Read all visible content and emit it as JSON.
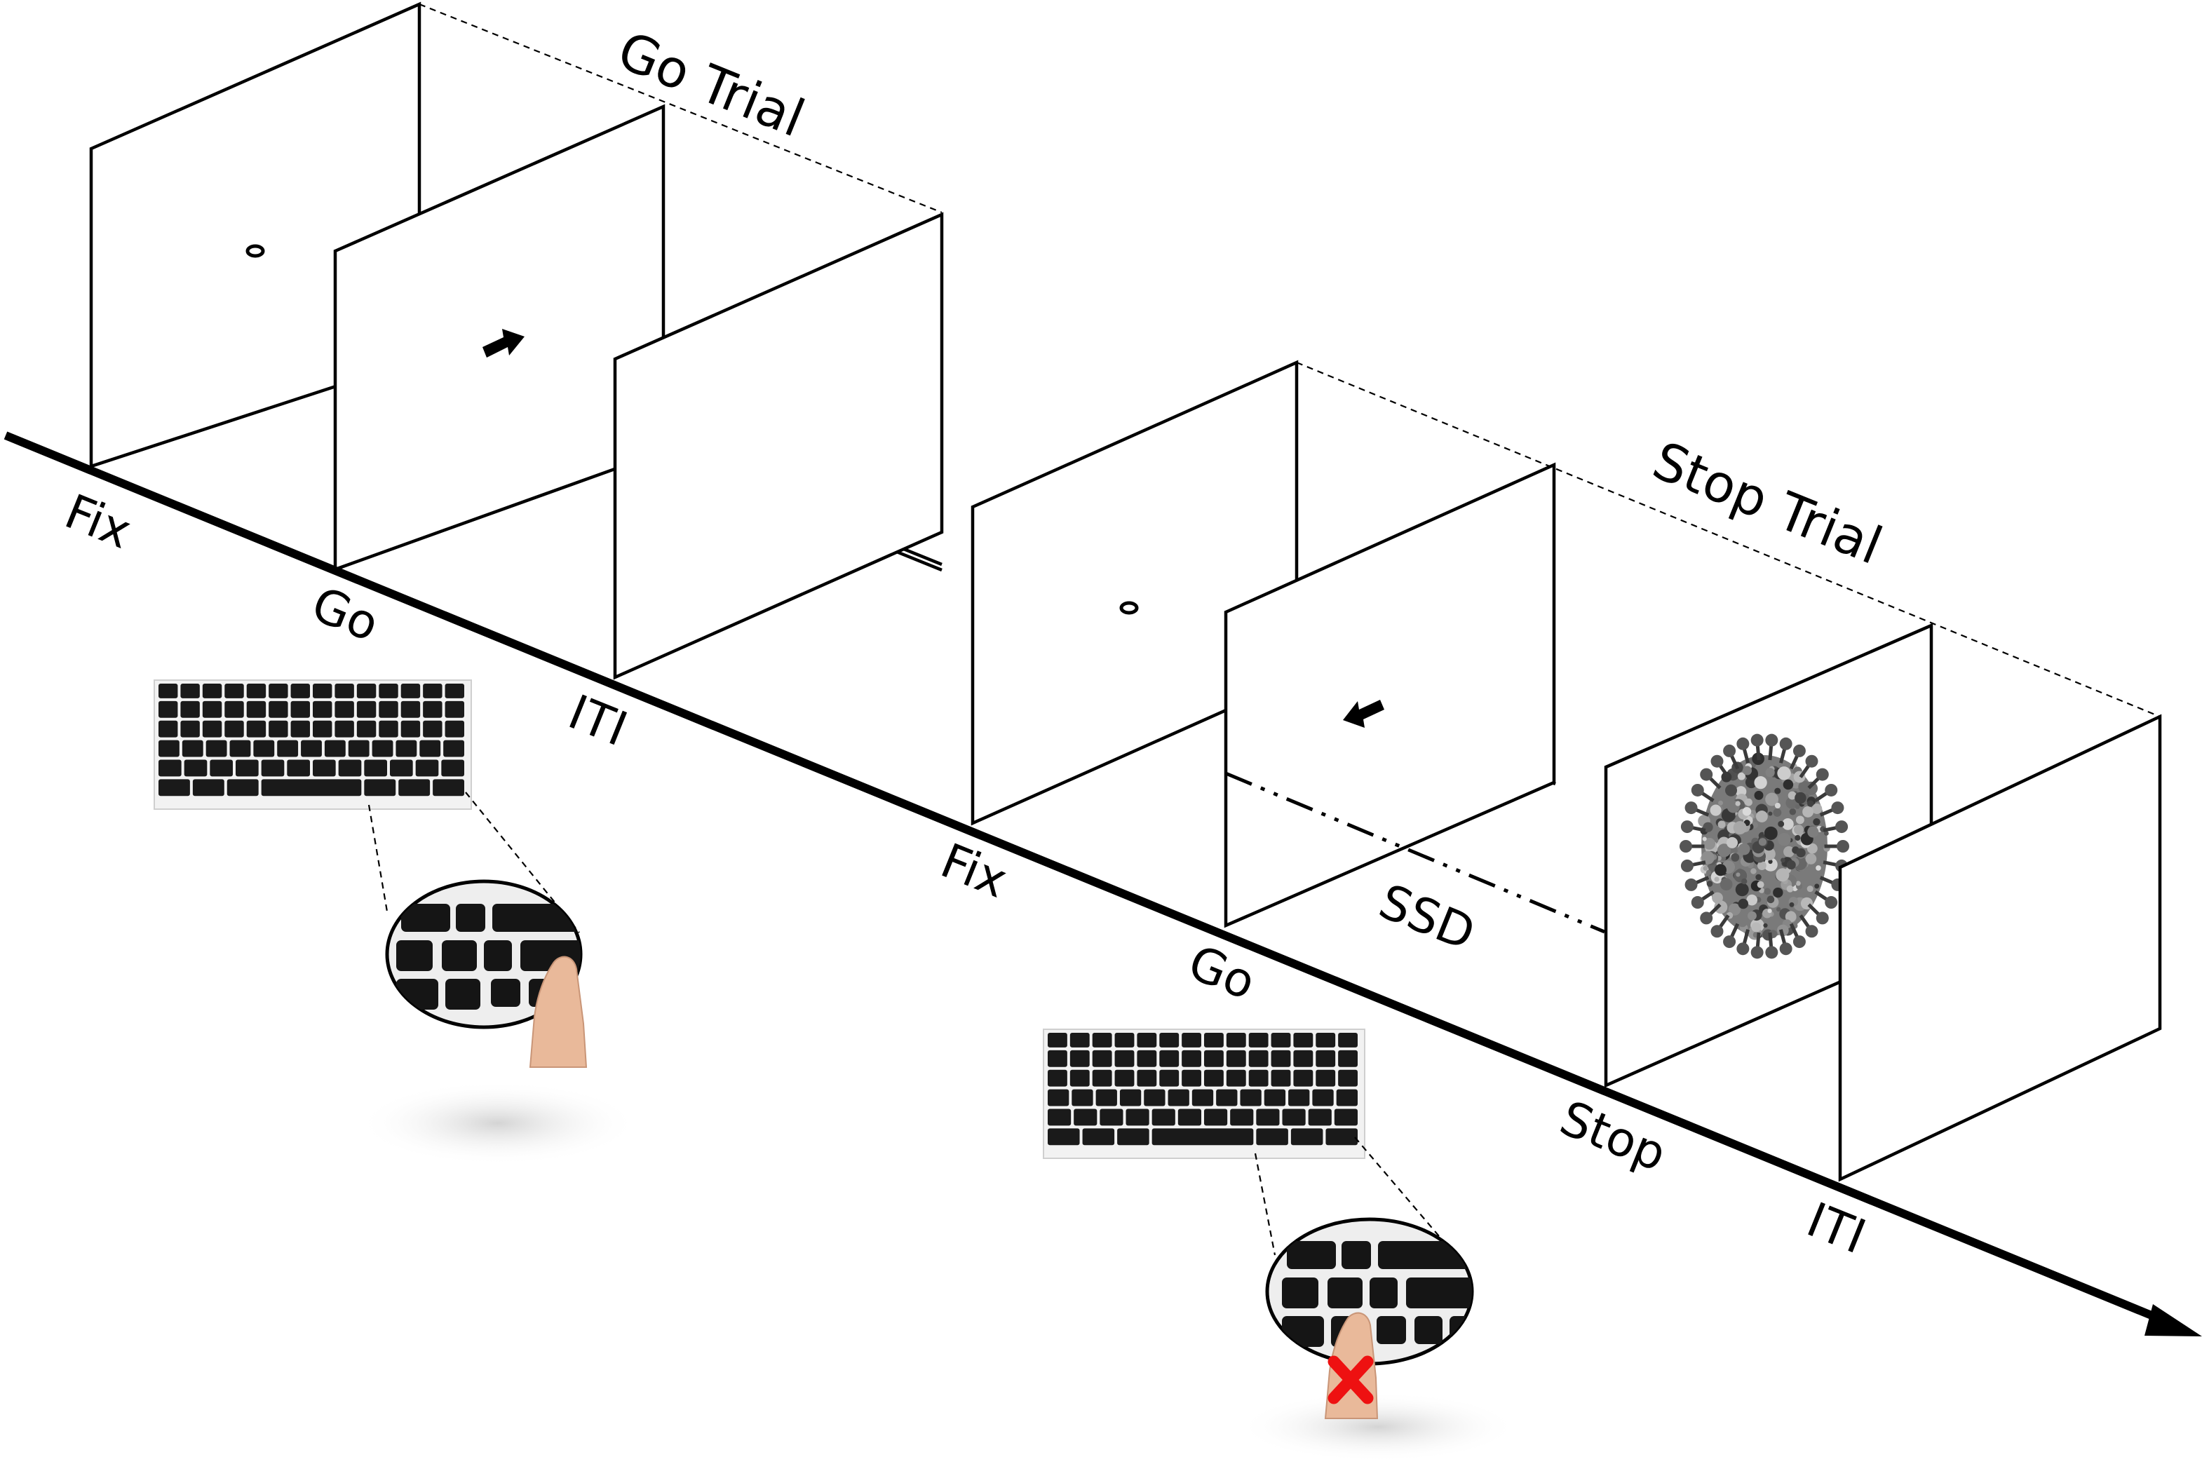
{
  "go_trial": {
    "title": "Go Trial",
    "phases": [
      "Fix",
      "Go",
      "ITI"
    ],
    "go_arrow_direction": "right"
  },
  "stop_trial": {
    "title": "Stop Trial",
    "phases": [
      "Fix",
      "Go",
      "SSD",
      "Stop",
      "ITI"
    ],
    "go_arrow_direction": "left",
    "stop_signal": "virus-image"
  },
  "colors": {
    "line": "#000000",
    "background": "#ffffff",
    "cancel_mark": "#ff0000",
    "finger": "#e9b99a"
  },
  "icons": {
    "fixation": "fixation-ellipse-icon",
    "arrow": "arrow-icon",
    "keyboard": "keyboard-icon",
    "magnifier": "magnifier-icon",
    "finger": "finger-icon",
    "cross": "red-x-icon",
    "virus": "virus-icon"
  }
}
